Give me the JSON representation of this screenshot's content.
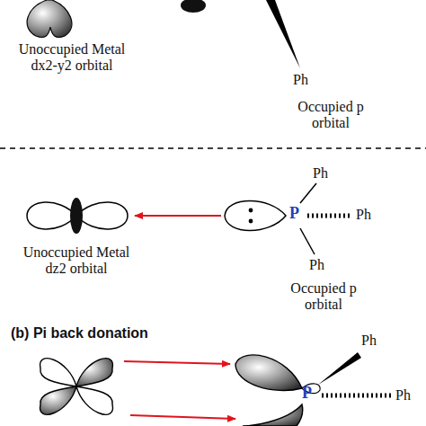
{
  "diagram": {
    "labels": [
      "Unoccupied Metal dx2-y2 orbital",
      "Ph",
      "Occupied p orbital",
      "Ph",
      "P",
      "Ph",
      "Unoccupied Metal dz2 orbital",
      "Ph",
      "Occupied p orbital",
      "(b) Pi back donation",
      "Ph",
      "P",
      "Ph"
    ]
  }
}
